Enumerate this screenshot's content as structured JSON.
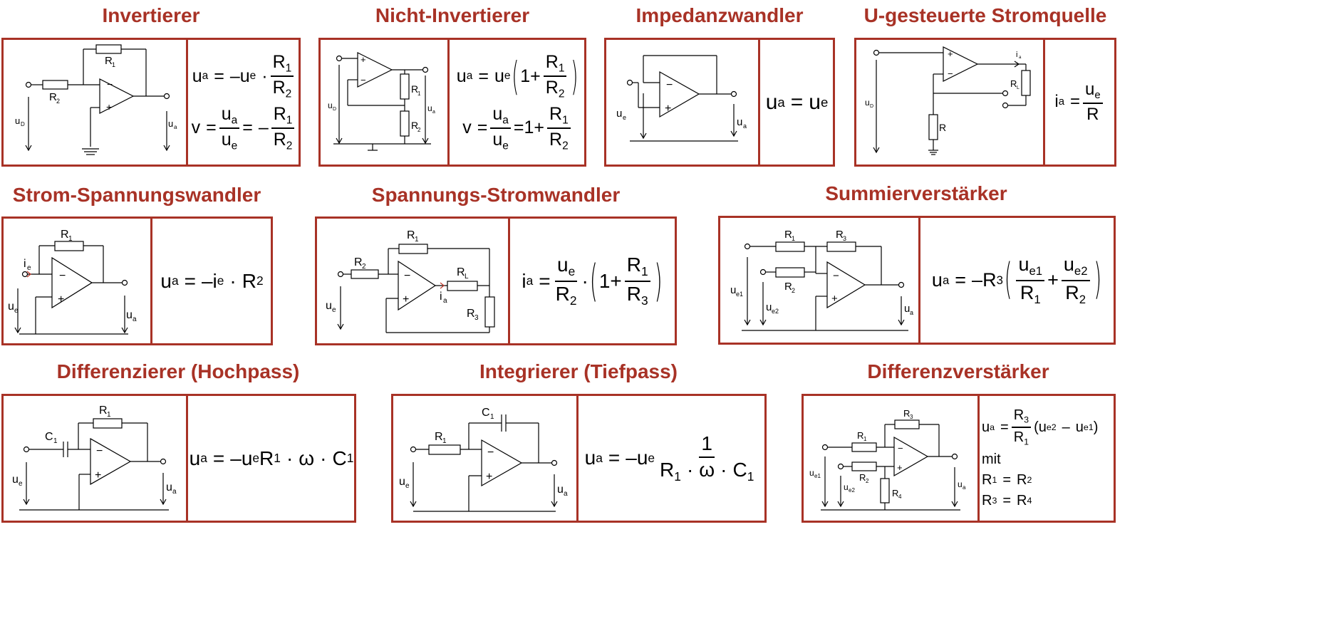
{
  "colors": {
    "accent": "#a83226",
    "ink": "#000000",
    "background": "#ffffff"
  },
  "titles": {
    "invertierer": "Invertierer",
    "nicht_invertierer": "Nicht-Invertierer",
    "impedanzwandler": "Impedanzwandler",
    "stromquelle": "U-gesteuerte Stromquelle",
    "strom_spannungswandler": "Strom-Spannungswandler",
    "spannungs_stromwandler": "Spannungs-Stromwandler",
    "summierverstaerker": "Summierverstärker",
    "differenzierer": "Differenzierer (Hochpass)",
    "integrierer": "Integrierer (Tiefpass)",
    "differenzverstaerker": "Differenzverstärker"
  },
  "symbols": {
    "u": "u",
    "i": "i",
    "v": "v",
    "R": "R",
    "C": "C",
    "omega": "ω",
    "eq": "=",
    "minus": "–",
    "plus": "+",
    "dot": "·",
    "one": "1",
    "mit": "mit",
    "sub_a": "a",
    "sub_e": "e",
    "sub_D": "D",
    "sub_L": "L",
    "sub_1": "1",
    "sub_2": "2",
    "sub_3": "3",
    "sub_4": "4",
    "sub_e1": "e1",
    "sub_e2": "e2",
    "op_minus": "−",
    "op_plus": "+"
  }
}
